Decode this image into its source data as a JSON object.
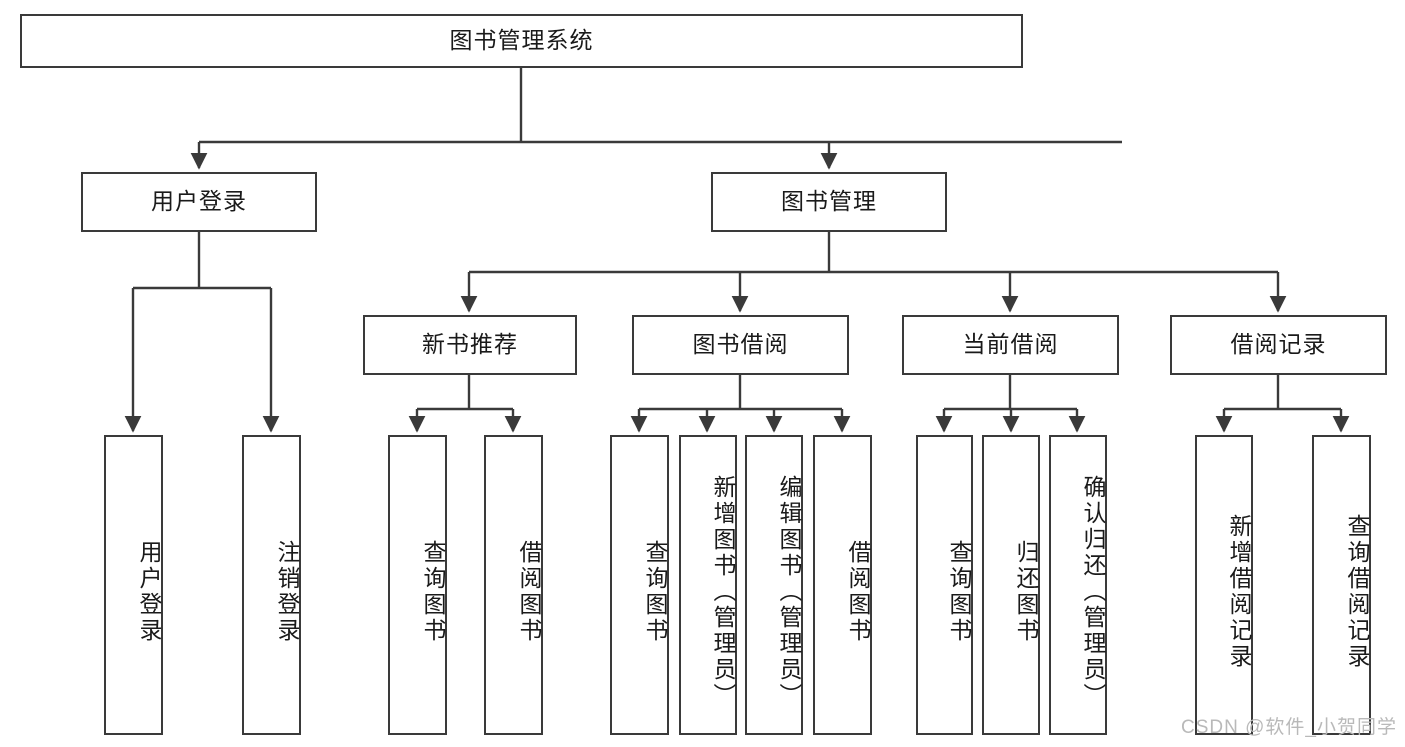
{
  "diagram": {
    "title": "图书管理系统",
    "watermark": "CSDN @软件_小贺同学",
    "colors": {
      "stroke": "#3a3a3a",
      "fill": "#ffffff",
      "text": "#1a1a1a",
      "watermark": "#b9b9b9"
    },
    "nodes": {
      "root": {
        "label": "图书管理系统"
      },
      "level2": [
        {
          "label": "用户登录"
        },
        {
          "label": "图书管理"
        }
      ],
      "level3": [
        {
          "label": "新书推荐"
        },
        {
          "label": "图书借阅"
        },
        {
          "label": "当前借阅"
        },
        {
          "label": "借阅记录"
        }
      ],
      "leaves": {
        "user_login": [
          {
            "label": "用户登录"
          },
          {
            "label": "注销登录"
          }
        ],
        "new_book": [
          {
            "label": "查询图书"
          },
          {
            "label": "借阅图书"
          }
        ],
        "book_borrow": [
          {
            "label": "查询图书"
          },
          {
            "label": "新增图书（管理员）"
          },
          {
            "label": "编辑图书（管理员）"
          },
          {
            "label": "借阅图书"
          }
        ],
        "current_borrow": [
          {
            "label": "查询图书"
          },
          {
            "label": "归还图书"
          },
          {
            "label": "确认归还（管理员）"
          }
        ],
        "borrow_record": [
          {
            "label": "新增借阅记录"
          },
          {
            "label": "查询借阅记录"
          }
        ]
      }
    }
  }
}
